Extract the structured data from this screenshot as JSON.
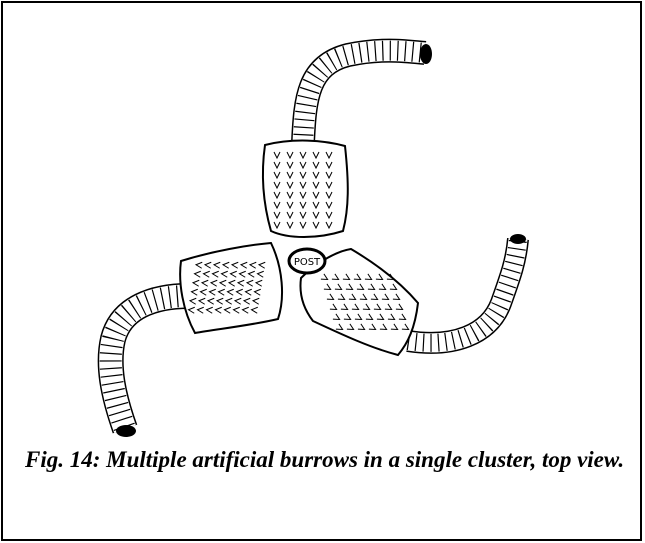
{
  "figure": {
    "caption": "Fig. 14:  Multiple artificial burrows in a single cluster, top view.",
    "post_label": "POST",
    "chamber_mark": "v",
    "ink_color": "#000000",
    "paper_color": "#ffffff"
  }
}
